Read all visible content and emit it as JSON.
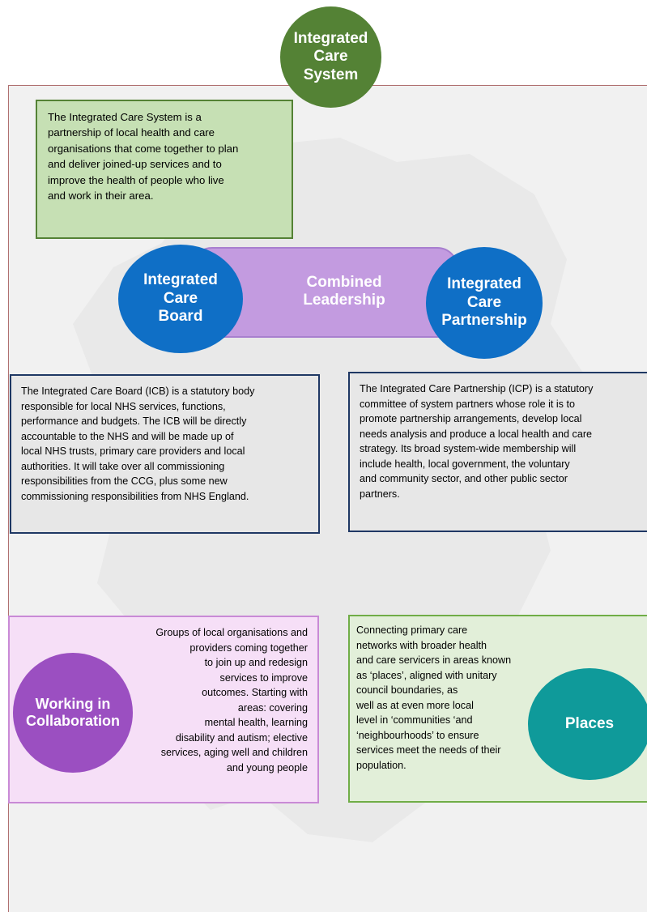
{
  "ics_circle": {
    "label": "Integrated\nCare\nSystem",
    "color": "#548235"
  },
  "ics_text": "The Integrated Care System is a\npartnership of local health and care\norganisations that come together to plan\nand deliver joined-up services and to\nimprove the health of people who live\nand work in their area.",
  "icb_circle": {
    "label": "Integrated\nCare\nBoard",
    "color": "#0f6fc6"
  },
  "combined": {
    "label": "Combined\nLeadership",
    "color": "#c39be0"
  },
  "icp_circle": {
    "label": "Integrated\nCare\nPartnership",
    "color": "#0f6fc6"
  },
  "icb_text": "The Integrated Care Board (ICB) is a statutory body\nresponsible for local NHS services, functions,\nperformance and budgets. The ICB will be directly\naccountable to the NHS and will be made up of\nlocal NHS trusts, primary care providers and local\nauthorities. It will take over all commissioning\nresponsibilities from the CCG, plus some new\ncommissioning responsibilities from NHS England.",
  "icp_text": "The Integrated Care Partnership (ICP) is a statutory\ncommittee of system partners whose role it is to\npromote partnership arrangements, develop local\nneeds analysis and produce a local health and care\nstrategy. Its broad system-wide membership will\ninclude health, local government, the voluntary\nand community sector, and other public sector\npartners.",
  "collab_circle": {
    "label": "Working in\nCollaboration",
    "color": "#9b4fc1"
  },
  "collab_text": "Groups of local organisations and\nproviders coming together\nto join up and  redesign\nservices to improve\noutcomes.  Starting with\nareas: covering\nmental health, learning\ndisability and autism; elective\nservices, aging well and children\nand young people",
  "places_circle": {
    "label": "Places",
    "color": "#0f9a9a"
  },
  "places_text": "Connecting        primary       care\nnetworks  with  broader  health\nand care servicers in areas known\nas ‘places’,  aligned with unitary\ncouncil boundaries,  as\nwell as at even  more local\nlevel in ‘communities ‘and\n‘neighbourhoods’  to ensure\nservices meet the needs of their\npopulation."
}
